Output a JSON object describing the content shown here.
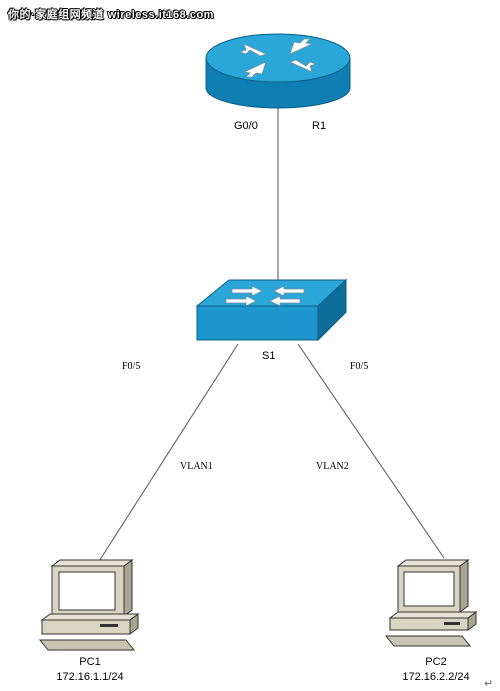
{
  "watermark": "你的·家庭组网频道 wireless.it168.com",
  "router": {
    "name": "R1",
    "interface": "G0/0"
  },
  "switch": {
    "name": "S1",
    "left_port": "F0/5",
    "right_port": "F0/5"
  },
  "links": {
    "left_vlan": "VLAN1",
    "right_vlan": "VLAN2"
  },
  "pc1": {
    "name": "PC1",
    "ip": "172.16.1.1/24"
  },
  "pc2": {
    "name": "PC2",
    "ip": "172.16.2.2/24"
  },
  "colors": {
    "device_fill": "#1e9ed0",
    "device_dark": "#0d6f99",
    "device_light": "#6cc6ea",
    "pc_body": "#d9d6c4",
    "link": "#555555"
  }
}
